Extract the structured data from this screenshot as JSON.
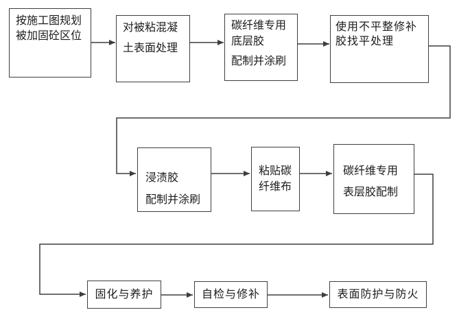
{
  "diagram": {
    "description": "CFRP strengthening construction process flowchart",
    "boxes": [
      {
        "name": "plan-region",
        "lines": [
          "按施工图规划",
          "被加固砼区位"
        ]
      },
      {
        "name": "concrete-surface-treatment",
        "lines": [
          "对被粘混凝",
          "土表面处理"
        ]
      },
      {
        "name": "primer-adhesive",
        "lines": [
          "碳纤维专用",
          "底层胶",
          "配制并涂刷"
        ]
      },
      {
        "name": "leveling-treatment",
        "lines": [
          "使用不平整修补",
          "胶找平处理"
        ]
      },
      {
        "name": "impregnating-adhesive",
        "lines": [
          "浸渍胶",
          "配制并涂刷"
        ]
      },
      {
        "name": "paste-carbon-fiber-cloth",
        "lines": [
          "粘贴碳",
          "纤维布"
        ]
      },
      {
        "name": "topcoat-adhesive",
        "lines": [
          "碳纤维专用",
          "表层胶配制"
        ]
      },
      {
        "name": "curing-and-maintenance",
        "lines": [
          "固化与养护"
        ]
      },
      {
        "name": "self-inspection-and-repair",
        "lines": [
          "自检与修补"
        ]
      },
      {
        "name": "surface-fire-protection",
        "lines": [
          "表面防护与防火"
        ]
      }
    ],
    "colors": {
      "line": "#3d3d3d",
      "box_border": "#3d3d3d",
      "text": "#1c1c1c",
      "background": "#ffffff"
    }
  }
}
